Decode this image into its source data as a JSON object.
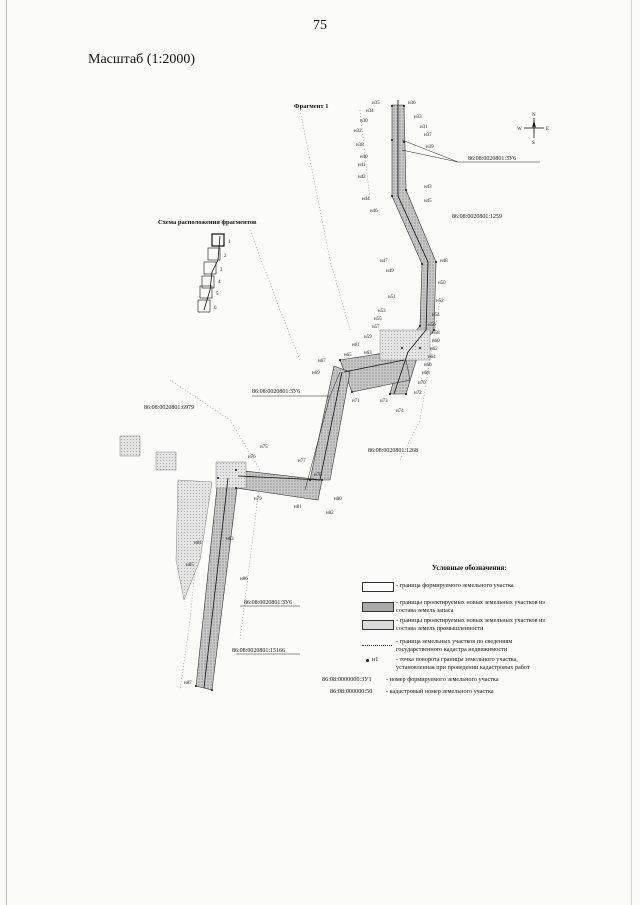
{
  "page_number": "75",
  "scale_label": "Масштаб (1:2000)",
  "fragment_title": "Фрагмент 1",
  "inset_title": "Схема расположения фрагментов",
  "inset_numbers": [
    "1",
    "2",
    "3",
    "4",
    "5",
    "6"
  ],
  "compass": {
    "n": "N",
    "s": "S",
    "w": "W",
    "e": "E"
  },
  "cadastral_labels": [
    "86:08:0020801:ЗУ6",
    "86:08:0020801:1259",
    "86:08:0020801:ЗУ6",
    "86:08:0020801:6979",
    "86:08:0020801:1268",
    "86:08:0020801:ЗУ6",
    "86:08:0020801:15166"
  ],
  "point_labels": [
    "н35",
    "н36",
    "н34",
    "н33",
    "н30",
    "н31",
    "н32",
    "н37",
    "н38",
    "н39",
    "н40",
    "н41",
    "н42",
    "н43",
    "н44",
    "н45",
    "н46",
    "н47",
    "н48",
    "н49",
    "н50",
    "н51",
    "н52",
    "н53",
    "н54",
    "н55",
    "н56",
    "н57",
    "н58",
    "н59",
    "н60",
    "н61",
    "н62",
    "н63",
    "н64",
    "н65",
    "н66",
    "н67",
    "н68",
    "н69",
    "н70",
    "н71",
    "н72",
    "н73",
    "н74",
    "н75",
    "н76",
    "н77",
    "н78",
    "н79",
    "н80",
    "н81",
    "н82",
    "н83",
    "н84",
    "н85",
    "н86",
    "н87"
  ],
  "legend": {
    "title": "Условные обозначения:",
    "items": [
      {
        "text": "- граница формируемого земельного участка",
        "symbol": "plain"
      },
      {
        "text": "- границы проектируемых новых земельных участков из состава земель запаса",
        "symbol": "hatch-dark"
      },
      {
        "text": "- границы проектируемых новых земельных участков из состава земель промышленности",
        "symbol": "hatch-light"
      },
      {
        "text": "- граница земельных участков по сведениям государственного кадастра недвижимости",
        "symbol": "dotted"
      },
      {
        "text": "- точка поворота границы земельного участка, установленная при проведении кадастровых работ",
        "symbol": "point",
        "marker": "н1"
      },
      {
        "text": "- номер формируемого земельного участка",
        "symbol": "code",
        "marker": "86:08:0000000:ЗУ1"
      },
      {
        "text": "- кадастровый номер земельного участка",
        "symbol": "code",
        "marker": "86:08:000000:50"
      }
    ]
  },
  "colors": {
    "strip_fill": "#b9b9b9",
    "line": "#222222",
    "paper": "#fbfbf9"
  }
}
